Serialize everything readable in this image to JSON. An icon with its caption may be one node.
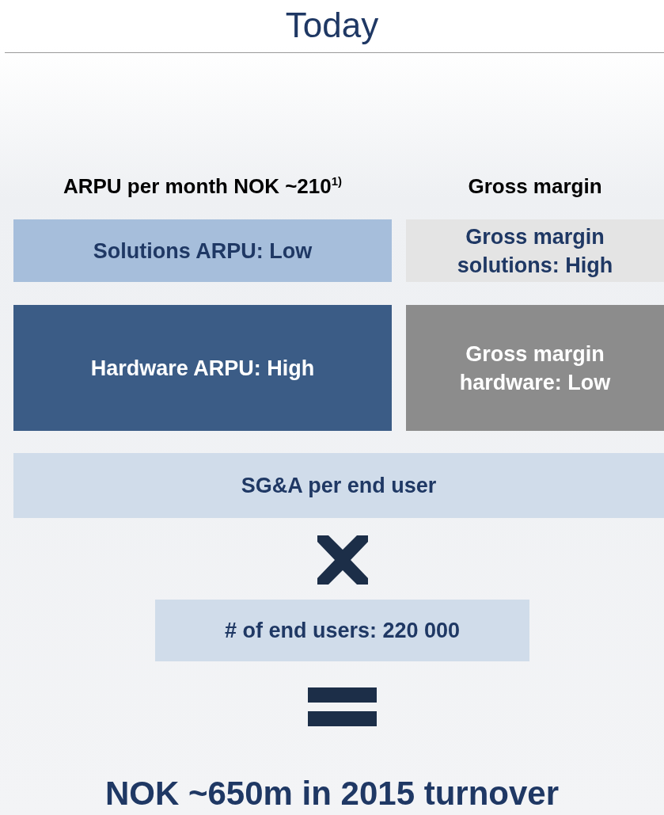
{
  "diagram": {
    "title": "Today",
    "nodes": [
      {
        "text": [
          "Solutions ARPU: Low"
        ]
      },
      {
        "text": [
          "Gross margin solutions: High"
        ]
      },
      {
        "text": [
          "Hardware ARPU: High"
        ]
      },
      {
        "text": [
          "Gross margin hardware: Low"
        ]
      },
      {
        "text": [
          "SG&A per end user"
        ]
      },
      {
        "text": [
          "# of end users: 220 000"
        ]
      }
    ],
    "labels": [
      "ARPU per month NOK ~210$^{1)}$",
      "Gross margin",
      "NOK ~650m in 2015 turnover"
    ]
  }
}
